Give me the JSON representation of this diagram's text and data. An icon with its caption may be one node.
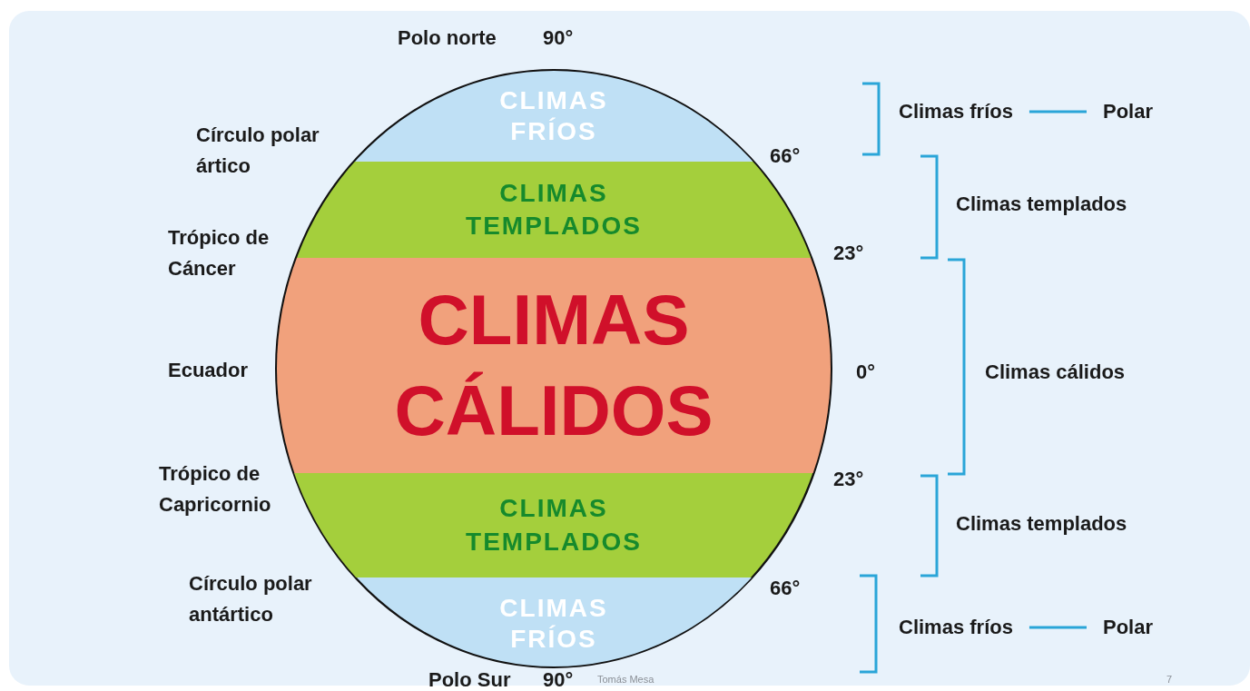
{
  "diagram": {
    "nodes": [
      {
        "text": [
          "CLIMAS FRÍOS"
        ]
      },
      {
        "text": [
          "CLIMAS TEMPLADOS"
        ]
      },
      {
        "text": [
          "CLIMAS CÁLIDOS"
        ]
      },
      {
        "text": [
          "CLIMAS TEMPLADOS"
        ]
      },
      {
        "text": [
          "CLIMAS FRÍOS"
        ]
      },
      {
        "text": [
          "Climas fríos"
        ]
      },
      {
        "text": [
          "Polar"
        ]
      },
      {
        "text": [
          "Climas fríos"
        ]
      },
      {
        "text": [
          "Polar"
        ]
      }
    ],
    "edges": [
      {
        "from": 5,
        "to": 6,
        "arrow": "none"
      },
      {
        "from": 7,
        "to": 8,
        "arrow": "none"
      }
    ],
    "labels": [
      "Polo norte",
      "90°",
      "Círculo polar ártico",
      "66°",
      "Trópico de Cáncer",
      "23°",
      "Climas templados",
      "Ecuador",
      "0°",
      "Climas cálidos",
      "Trópico de Capricornio",
      "23°",
      "Climas templados",
      "Círculo polar antártico",
      "66°",
      "Polo Sur",
      "90°",
      "Tomás Mesa",
      "7"
    ]
  }
}
